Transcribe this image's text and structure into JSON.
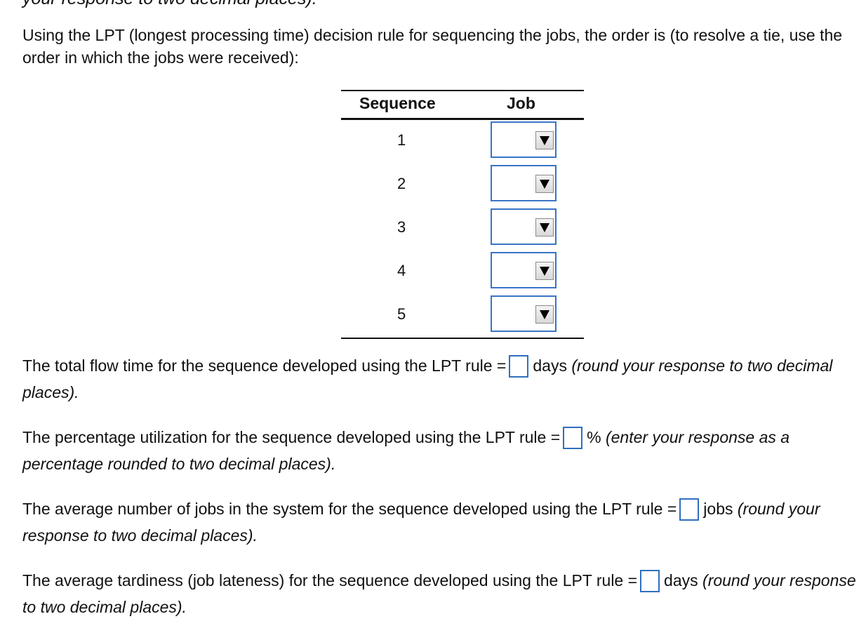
{
  "cut_line": "your response to two decimal places).",
  "intro": "Using the LPT (longest processing time) decision rule for sequencing the jobs, the order is (to resolve a tie, use the order in which the jobs were received):",
  "table": {
    "header_sequence": "Sequence",
    "header_job": "Job",
    "rows": [
      {
        "sequence": "1",
        "job": ""
      },
      {
        "sequence": "2",
        "job": ""
      },
      {
        "sequence": "3",
        "job": ""
      },
      {
        "sequence": "4",
        "job": ""
      },
      {
        "sequence": "5",
        "job": ""
      }
    ]
  },
  "q1": {
    "text": "The total flow time for the sequence developed using the LPT rule =",
    "unit": "days",
    "note": "(round your response to two decimal places)."
  },
  "q2": {
    "text": "The percentage utilization for the sequence developed using the LPT rule =",
    "unit": "%",
    "note": "(enter your response as a percentage rounded to two decimal places)."
  },
  "q3": {
    "text": "The average number of jobs in the system for the sequence developed using the LPT rule =",
    "unit": "jobs",
    "note": "(round your response to two decimal places)."
  },
  "q4": {
    "text": "The average tardiness (job lateness) for the sequence developed using the LPT rule =",
    "unit": "days",
    "note": "(round your response to two decimal places)."
  },
  "colors": {
    "input_border": "#2f6fbf",
    "text": "#111111"
  }
}
